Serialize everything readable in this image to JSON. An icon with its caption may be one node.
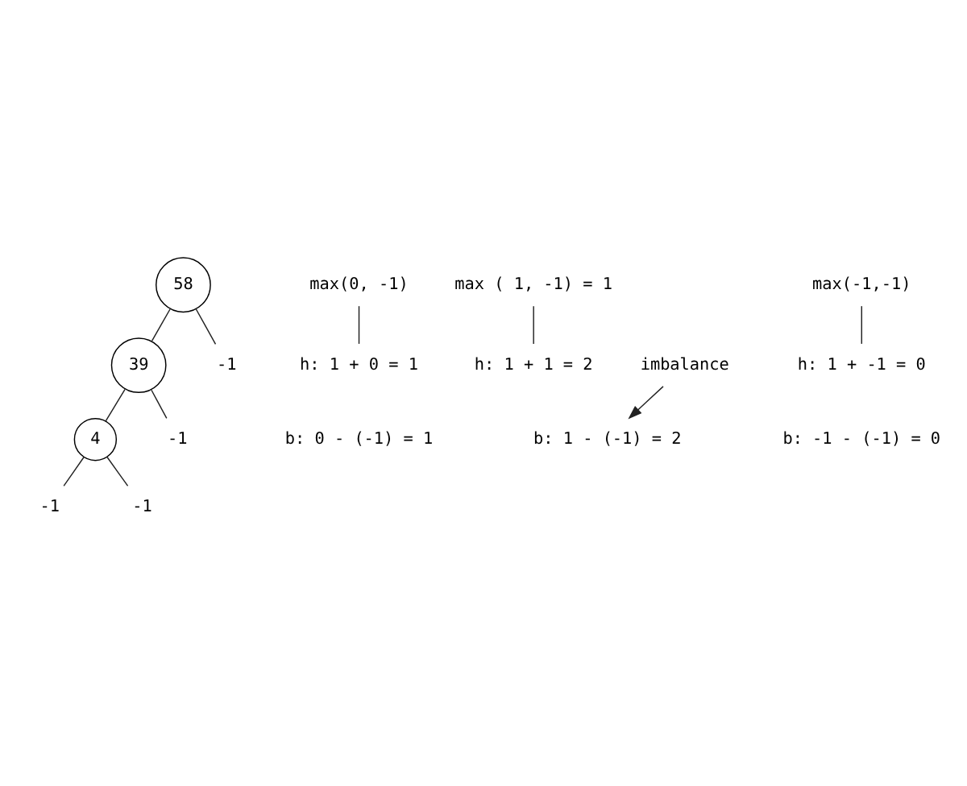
{
  "diagram": {
    "nodes": [
      {
        "text": [
          "58"
        ]
      },
      {
        "text": [
          "39"
        ]
      },
      {
        "text": [
          "4"
        ]
      },
      {
        "text": [
          "-1"
        ]
      },
      {
        "text": [
          "-1"
        ]
      },
      {
        "text": [
          "-1"
        ]
      },
      {
        "text": [
          "-1"
        ]
      },
      {
        "text": [
          "max(0, -1)"
        ]
      },
      {
        "text": [
          "h: 1 + 0 = 1"
        ]
      },
      {
        "text": [
          "b: 0 - (-1) = 1"
        ]
      },
      {
        "text": [
          "max ( 1, -1) = 1"
        ]
      },
      {
        "text": [
          "h: 1 + 1 = 2"
        ]
      },
      {
        "text": [
          "b: 1 - (-1) = 2"
        ]
      },
      {
        "text": [
          "imbalance"
        ]
      },
      {
        "text": [
          "max(-1,-1)"
        ]
      },
      {
        "text": [
          "h: 1 + -1 = 0"
        ]
      },
      {
        "text": [
          "b: -1 - (-1) = 0"
        ]
      }
    ],
    "edges": [
      {
        "from": 0,
        "to": 1,
        "arrow": "none"
      },
      {
        "from": 0,
        "to": 3,
        "arrow": "none"
      },
      {
        "from": 1,
        "to": 2,
        "arrow": "none"
      },
      {
        "from": 1,
        "to": 4,
        "arrow": "none"
      },
      {
        "from": 2,
        "to": 5,
        "arrow": "none"
      },
      {
        "from": 2,
        "to": 6,
        "arrow": "none"
      },
      {
        "from": 7,
        "to": 8,
        "arrow": "none"
      },
      {
        "from": 10,
        "to": 11,
        "arrow": "none"
      },
      {
        "from": 13,
        "to": 12,
        "arrow": "to"
      },
      {
        "from": 14,
        "to": 15,
        "arrow": "none"
      }
    ]
  }
}
